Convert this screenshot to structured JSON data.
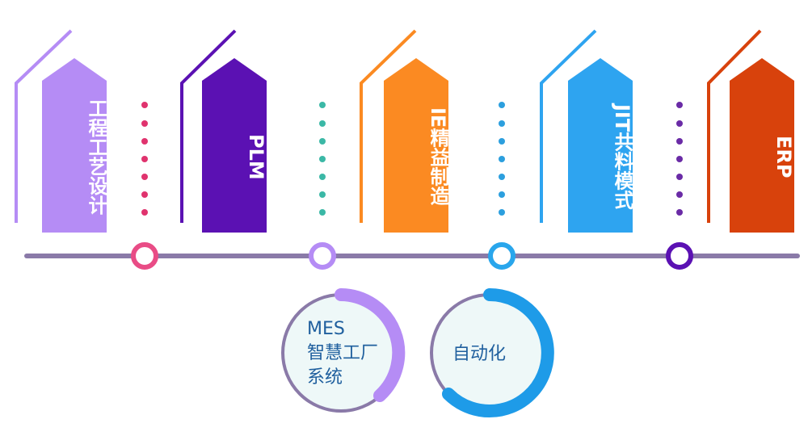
{
  "pillars": [
    {
      "label": "工程工艺设计",
      "color": "#b58cf5",
      "dots_color": "#e0336e",
      "node_color": "#e94c86"
    },
    {
      "label": "PLM",
      "color": "#5b11b3",
      "dots_color": "#3bb8a6",
      "node_color": "#b58cf5"
    },
    {
      "label": "IE精益制造",
      "color": "#fb8a22",
      "dots_color": "#2c9fde",
      "node_color": "#29a6ec"
    },
    {
      "label": "JIT共料模式",
      "color": "#2ea4f0",
      "dots_color": "#6a2ba6",
      "node_color": "#5b11b3"
    },
    {
      "label": "ERP",
      "color": "#d8420c"
    }
  ],
  "circles": {
    "mes": {
      "line1": "MES",
      "line2": "智慧工厂",
      "line3": "系统",
      "accent": "#b58cf5"
    },
    "automation": {
      "label": "自动化",
      "accent": "#1e9be8"
    }
  },
  "timeline_color": "#8a7aa8"
}
